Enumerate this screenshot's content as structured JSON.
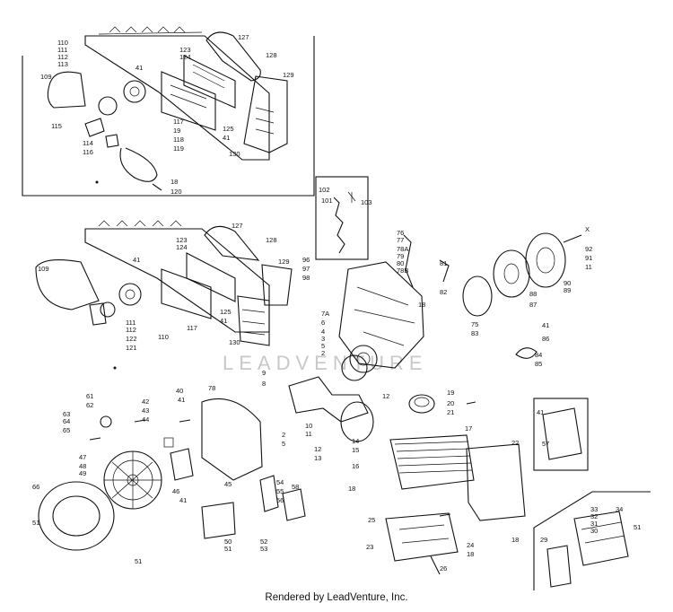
{
  "diagram": {
    "watermark": "LEADVENTURE",
    "footer": "Rendered by LeadVenture, Inc.",
    "part_labels": [
      "110",
      "111",
      "112",
      "113",
      "109",
      "115",
      "114",
      "116",
      "41",
      "123",
      "124",
      "127",
      "128",
      "129",
      "125",
      "41",
      "117",
      "19",
      "118",
      "119",
      "120",
      "18",
      "130",
      "102",
      "101",
      "103",
      "127",
      "128",
      "123",
      "124",
      "129",
      "109",
      "41",
      "125",
      "41",
      "111",
      "117",
      "112",
      "110",
      "122",
      "121",
      "130",
      "76",
      "77",
      "78A",
      "79",
      "80",
      "78B",
      "81",
      "96",
      "97",
      "98",
      "82",
      "18",
      "7A",
      "6",
      "4",
      "3",
      "5",
      "2",
      "75",
      "83",
      "X",
      "92",
      "91",
      "11",
      "90",
      "89",
      "88",
      "87",
      "41",
      "86",
      "84",
      "85",
      "9",
      "8",
      "40",
      "41",
      "42",
      "43",
      "44",
      "78",
      "12",
      "19",
      "20",
      "21",
      "10",
      "11",
      "12",
      "13",
      "14",
      "15",
      "16",
      "61",
      "62",
      "63",
      "64",
      "65",
      "2",
      "5",
      "17",
      "22",
      "47",
      "48",
      "49",
      "46",
      "45",
      "41",
      "54",
      "55",
      "56",
      "58",
      "66",
      "51",
      "51",
      "50",
      "51",
      "52",
      "53",
      "18",
      "25",
      "23",
      "24",
      "18",
      "18",
      "26",
      "41",
      "57",
      "33",
      "32",
      "31",
      "30",
      "34",
      "51",
      "29"
    ]
  }
}
